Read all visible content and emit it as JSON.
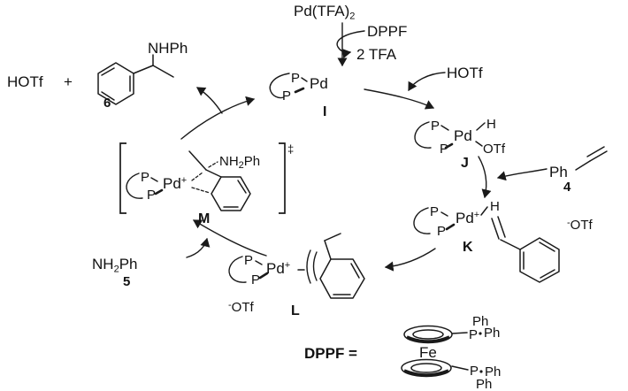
{
  "meta": {
    "description": "Catalytic cycle: Pd(DPPF)-catalyzed hydroamination of styrene with aniline",
    "background": "#ffffff",
    "ink": "#1a1a1a"
  },
  "activation": {
    "precatalyst": "Pd(TFA)",
    "precatalyst_sub": "2",
    "ligand_in": "DPPF",
    "byproduct_out": "2 TFA"
  },
  "acid_in": {
    "text": "HOTf"
  },
  "product": {
    "acid": "HOTf",
    "plus": "+",
    "amine": "NHPh",
    "number": "6"
  },
  "complex_i": {
    "p_top": "P",
    "p_bottom": "P",
    "metal": "Pd",
    "label": "I"
  },
  "complex_j": {
    "p_top": "P",
    "p_bottom": "P",
    "metal": "Pd",
    "hydride": "H",
    "triflate": "OTf",
    "label": "J"
  },
  "styrene": {
    "phenyl": "Ph",
    "number": "4"
  },
  "complex_k": {
    "p_top": "P",
    "p_bottom": "P",
    "metal": "Pd",
    "charge": "+",
    "hydride": "H",
    "label": "K",
    "counterion_minus": "-",
    "counterion": "OTf"
  },
  "complex_l": {
    "p_top": "P",
    "p_bottom": "P",
    "metal": "Pd",
    "charge": "+",
    "label": "L",
    "counterion_minus": "-",
    "counterion": "OTf"
  },
  "aniline": {
    "nh": "NH",
    "sub": "2",
    "ph": "Ph",
    "number": "5"
  },
  "complex_m": {
    "p_top": "P",
    "p_bottom": "P",
    "metal": "Pd",
    "charge": "+",
    "amine_nh": "NH",
    "amine_sub": "2",
    "amine_ph": "Ph",
    "dagger": "‡",
    "label": "M"
  },
  "legend": {
    "name": "DPPF =",
    "fe": "Fe",
    "p_top": "P",
    "ph_top_above": "Ph",
    "ph_top_right": "Ph",
    "p_bottom": "P",
    "ph_bottom_right": "Ph",
    "ph_bottom_below": "Ph"
  }
}
